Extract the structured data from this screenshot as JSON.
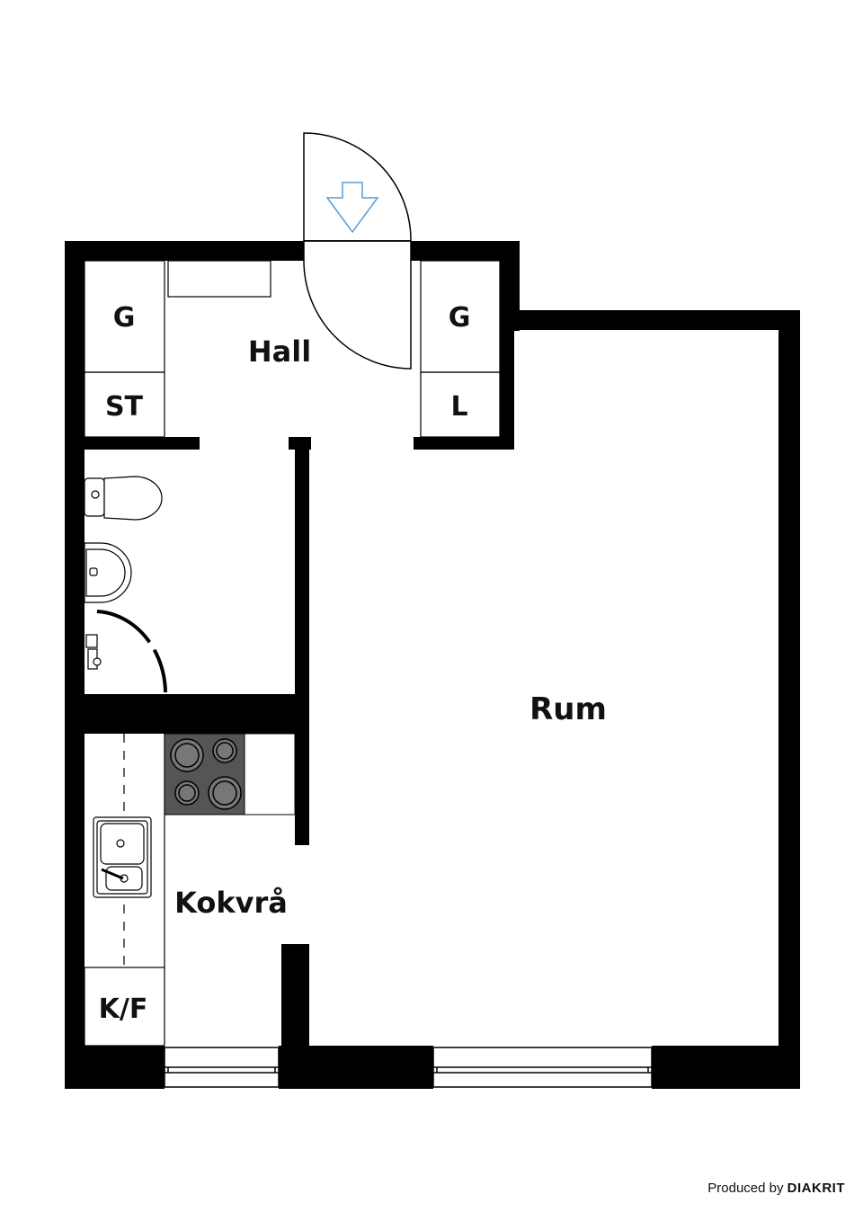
{
  "rooms": {
    "hall": "Hall",
    "rum": "Rum",
    "kokvra": "Kokvrå"
  },
  "storage": {
    "g_left": "G",
    "g_right": "G",
    "st": "ST",
    "l": "L",
    "kf": "K/F"
  },
  "credit": {
    "prefix": "Produced by ",
    "brand": "DIAKRIT"
  },
  "colors": {
    "wall": "#000000",
    "fixture": "#333333",
    "stove": "#555555",
    "entry_arrow": "#5b9bd5"
  }
}
